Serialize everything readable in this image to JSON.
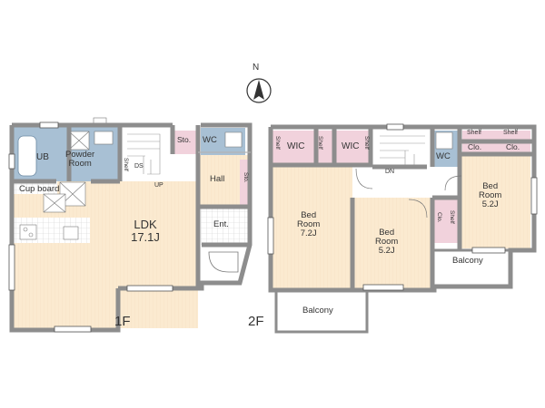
{
  "compass": {
    "letter": "N"
  },
  "floor1": {
    "label": "1F",
    "rooms": {
      "ub": "UB",
      "powder": [
        "Powder",
        "Room"
      ],
      "sto": "Sto.",
      "wc": "WC",
      "shelf": "Shelf",
      "ds": "DS",
      "up": "UP",
      "hall": "Hall",
      "sto_vertical": "Sto.",
      "cup_board": "Cup board",
      "ldk": "LDK",
      "ldk_size": "17.1J",
      "ent": "Ent."
    }
  },
  "floor2": {
    "label": "2F",
    "rooms": {
      "shelf_left": "Shelf",
      "wic1": "WIC",
      "shelf_mid": "Shelf",
      "wic2": "WIC",
      "shelf_mid2": "Shelf",
      "wc": "WC",
      "dn": "DN",
      "shelf_top1": "Shelf",
      "shelf_top2": "Shelf",
      "clo1": "Clo.",
      "clo2": "Clo.",
      "bed_right": [
        "Bed",
        "Room",
        "5.2J"
      ],
      "bed_left": [
        "Bed",
        "Room",
        "7.2J"
      ],
      "bed_mid": [
        "Bed",
        "Room",
        "5.2J"
      ],
      "clo_vertical": "Clo.",
      "shelf_vertical": "Shelf",
      "balcony_right": "Balcony",
      "balcony_bottom": "Balcony"
    }
  },
  "colors": {
    "wall": "#8d8d8d",
    "floor_wood": "#fbead0",
    "wet_area": "#a8c0d4",
    "storage_pink": "#f1d2dc",
    "tile": "#ffffff"
  }
}
